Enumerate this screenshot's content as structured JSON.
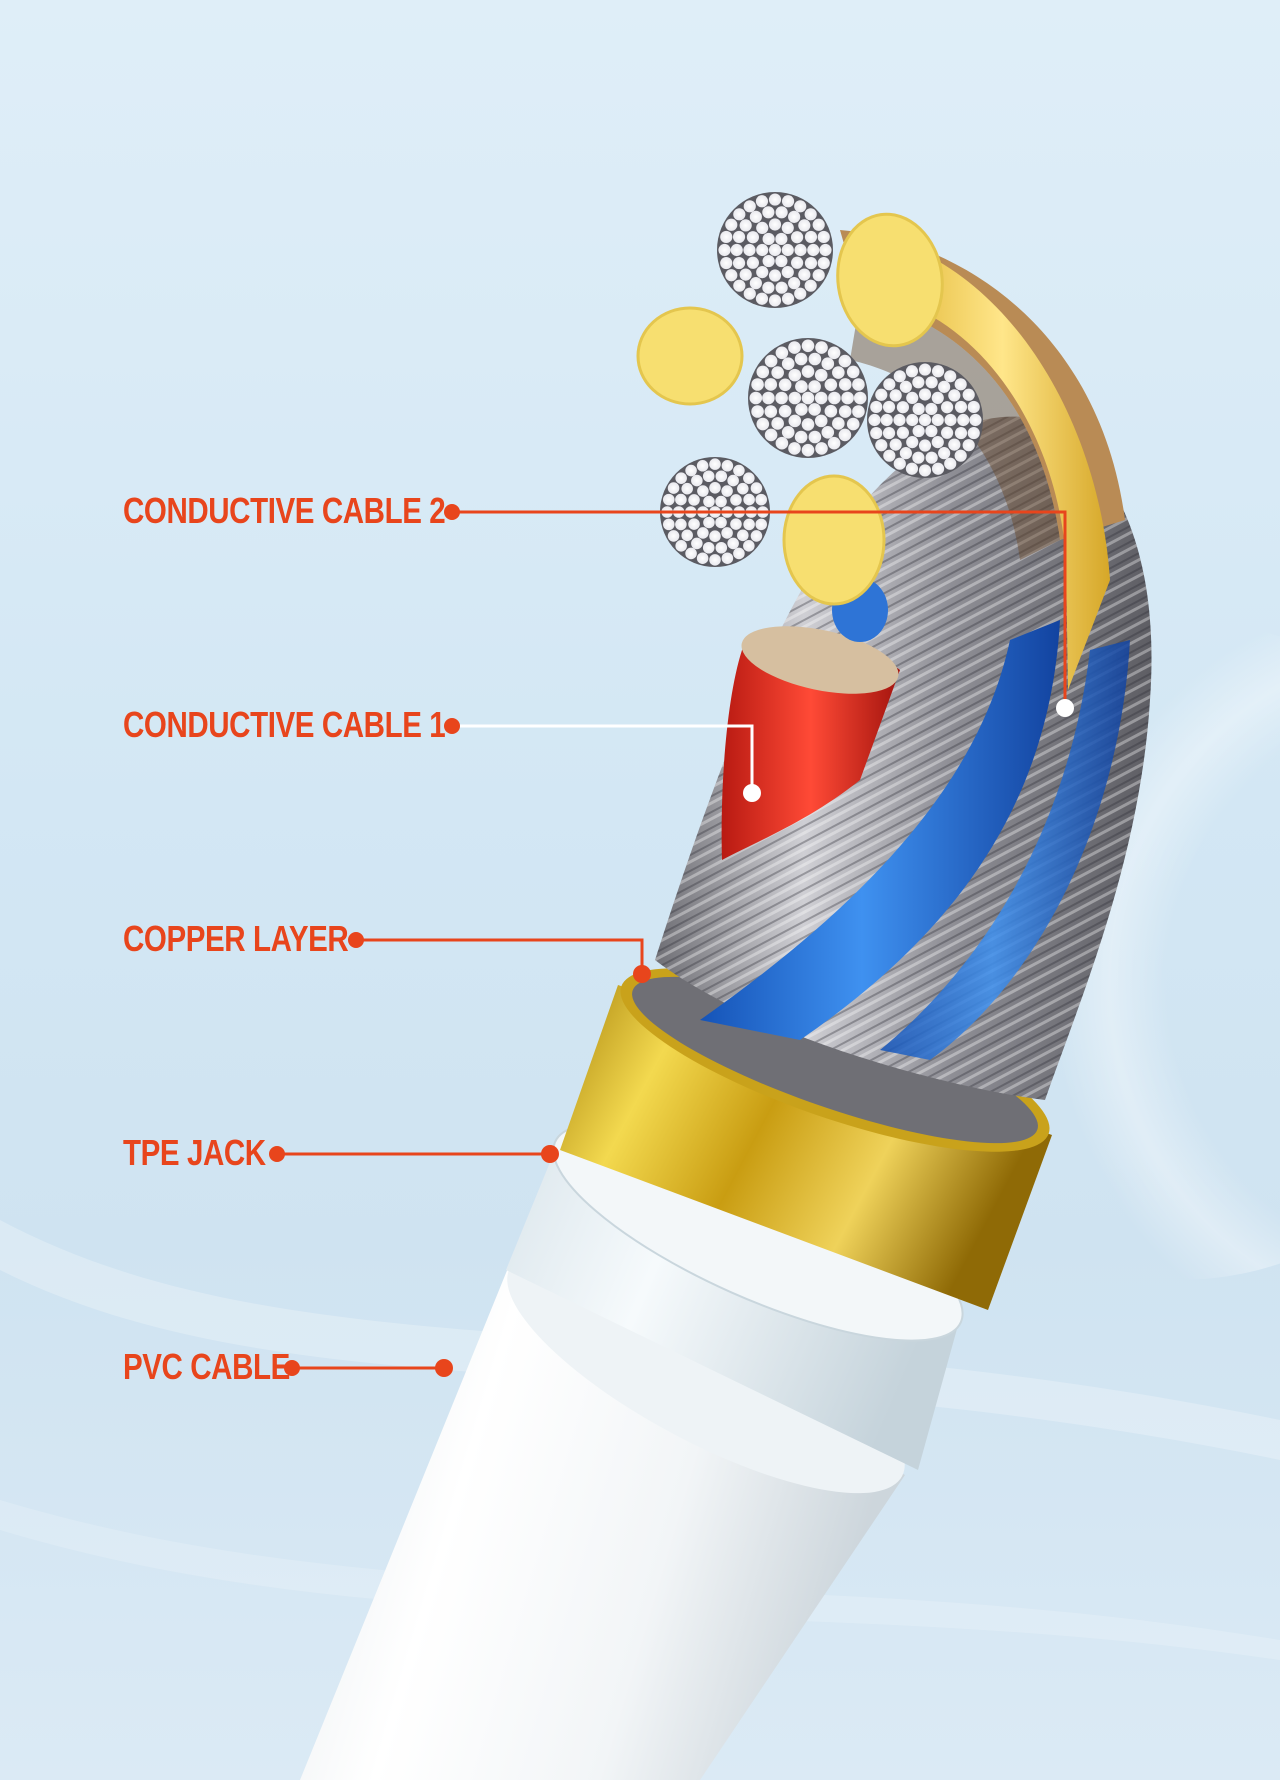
{
  "labels": {
    "conductive_cable_2": "CONDUCTIVE CABLE 2",
    "conductive_cable_1": "CONDUCTIVE CABLE 1",
    "copper_layer": "COPPER LAYER",
    "tpe_jack": "TPE JACK",
    "pvc_cable": "PVC CABLE"
  },
  "colors": {
    "label_text": "#e8451c",
    "leader_orange": "#e8451c",
    "leader_white": "#ffffff",
    "background": "#d6e8f4",
    "pvc_jacket": "#f7f9fa",
    "tpe_jacket": "#e4eef3",
    "copper_band": "#d8b626",
    "blue_wire": "#1e6fd8",
    "red_wire": "#e02b1f",
    "yellow_core": "#f7df70",
    "braid": "#a8a8ac"
  }
}
